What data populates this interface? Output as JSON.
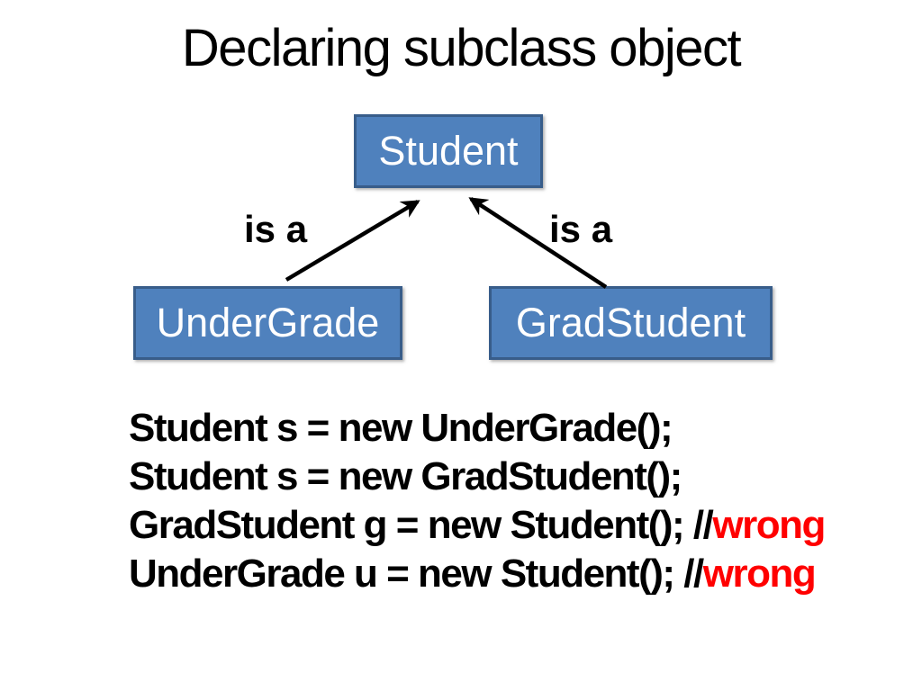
{
  "slide": {
    "title": "Declaring subclass object",
    "background_color": "#FFFFFF"
  },
  "diagram": {
    "nodes": [
      {
        "id": "student",
        "label": "Student"
      },
      {
        "id": "undergrade",
        "label": "UnderGrade"
      },
      {
        "id": "gradstudent",
        "label": "GradStudent"
      }
    ],
    "edges": [
      {
        "from": "undergrade",
        "to": "student",
        "label": "is a"
      },
      {
        "from": "gradstudent",
        "to": "student",
        "label": "is a"
      }
    ],
    "edge_labels": {
      "left": "is a",
      "right": "is a"
    },
    "colors": {
      "node_fill": "#4F81BD",
      "node_border": "#385D8A",
      "node_text": "#FFFFFF",
      "arrow": "#000000"
    }
  },
  "code": {
    "text_color": "#000000",
    "comment_color": "#FF0000",
    "lines": [
      {
        "text": "Student s = new UnderGrade();",
        "comment": ""
      },
      {
        "text": "Student s = new GradStudent();",
        "comment": ""
      },
      {
        "text": "GradStudent g = new Student(); //",
        "comment": "wrong"
      },
      {
        "text": "UnderGrade u = new Student(); //",
        "comment": "wrong"
      }
    ]
  }
}
